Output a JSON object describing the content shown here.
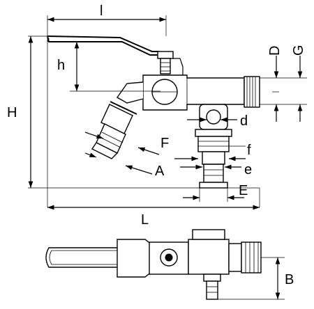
{
  "dimensions": {
    "l": "l",
    "h": "h",
    "H": "H",
    "D": "D",
    "G": "G",
    "d": "d",
    "F": "F",
    "f": "f",
    "A": "A",
    "e": "e",
    "E": "E",
    "L": "L",
    "B": "B"
  }
}
